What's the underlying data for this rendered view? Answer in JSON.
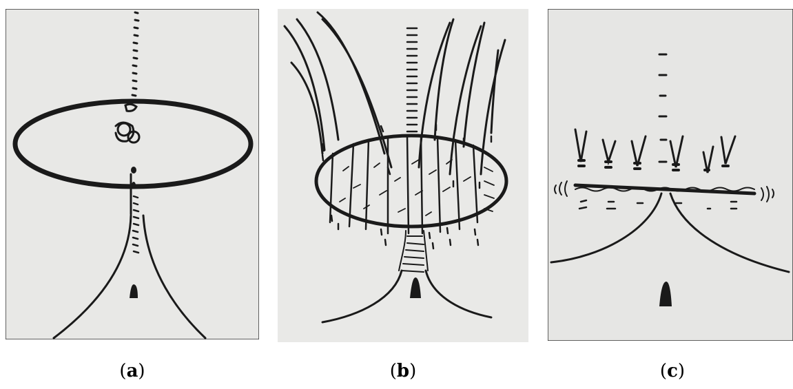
{
  "figure": {
    "panels": [
      {
        "letter": "a",
        "open": "(",
        "close": ")"
      },
      {
        "letter": "b",
        "open": "(",
        "close": ")"
      },
      {
        "letter": "c",
        "open": "(",
        "close": ")"
      }
    ]
  },
  "colors": {
    "ink": "#1a1a1a",
    "paper_a": "#e8e8e6",
    "paper_b": "#e9e9e7",
    "paper_c": "#e6e6e4"
  }
}
